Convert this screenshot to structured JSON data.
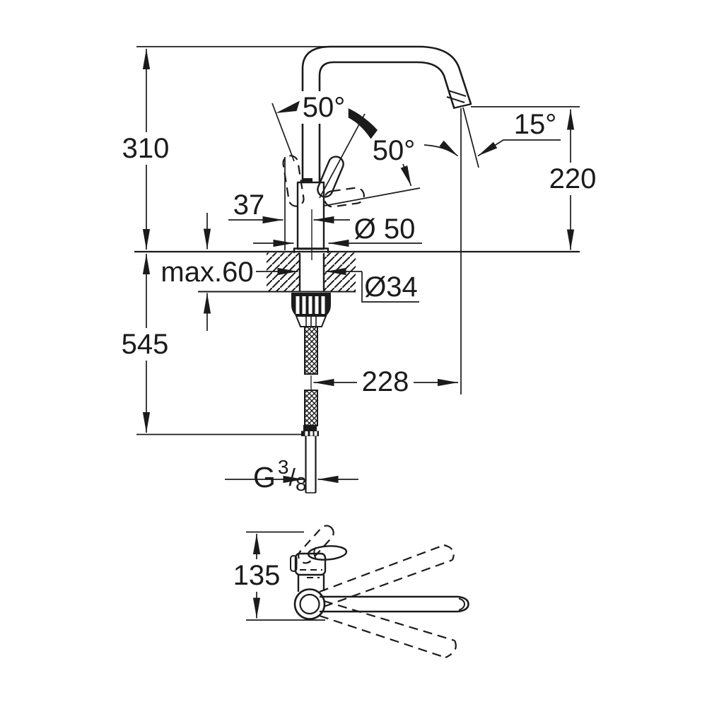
{
  "colors": {
    "ink": "#1b1b1b",
    "background": "#ffffff"
  },
  "main_view": {
    "height_total": "310",
    "handle_swing_back": "50°",
    "handle_swing_open": "50°",
    "spout_outlet_angle": "15°",
    "spout_height": "220",
    "rear_clearance": "37",
    "base_diameter": "Ø 50",
    "counter_thickness": "max.60",
    "hole_diameter": "Ø34",
    "total_depth": "545",
    "spout_reach": "228",
    "thread": {
      "g": "G",
      "numerator": "3",
      "slash": "/",
      "denominator": "8"
    }
  },
  "top_view": {
    "body_height": "135"
  }
}
